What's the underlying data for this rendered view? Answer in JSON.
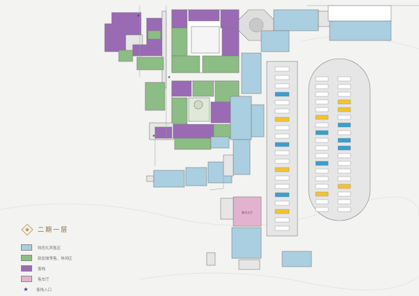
{
  "legend": {
    "title": "二期一层",
    "items": [
      {
        "label": "特色礼宾售区",
        "color": "#a9cfe0",
        "icon": "swatch"
      },
      {
        "label": "新加坡零售、休闲区",
        "color": "#8cbd84",
        "icon": "swatch"
      },
      {
        "label": "客栈",
        "color": "#9a6ab4",
        "icon": "swatch"
      },
      {
        "label": "售车厅",
        "color": "#e3b2cf",
        "icon": "swatch"
      },
      {
        "label": "客栈入口",
        "color": "#2c3d7d",
        "icon": "star-icon"
      }
    ]
  },
  "colors": {
    "retail": "#a9cfe0",
    "leisure": "#8cbd84",
    "inn": "#9a6ab4",
    "hall": "#e3b2cf",
    "parking_highlight_yellow": "#f1c432",
    "parking_highlight_blue": "#3a9fcf",
    "corridor": "#e6e6e6",
    "outline": "#7d7d7d"
  },
  "hall_label": "售车大厅"
}
